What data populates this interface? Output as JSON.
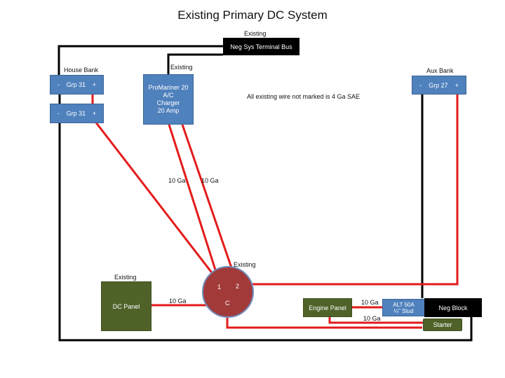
{
  "title": "Existing Primary DC System",
  "note": "All existing wire not marked is 4 Ga SAE",
  "labels": {
    "existing_bus": "Existing",
    "house_bank": "House Bank",
    "existing_charger": "Existing",
    "aux_bank": "Aux Bank",
    "existing_dc_panel": "Existing",
    "existing_switch": "Existing"
  },
  "components": {
    "neg_bus": "Neg Sys Terminal Bus",
    "house_batt_1": {
      "neg": "-",
      "name": "Grp 31",
      "pos": "+"
    },
    "house_batt_2": {
      "neg": "-",
      "name": "Grp 31",
      "pos": "+"
    },
    "charger": [
      "ProMariner 20",
      "A/C",
      "Charger",
      "20 Amp"
    ],
    "aux_batt": {
      "neg": "-",
      "name": "Grp 27",
      "pos": "+"
    },
    "dc_panel": "DC Panel",
    "switch": {
      "t1": "1",
      "t2": "2",
      "common": "C"
    },
    "engine_panel": "Engine Panel",
    "alt": [
      "ALT 50A",
      "¼\" Stud"
    ],
    "neg_block": "Neg Block",
    "starter": "Starter"
  },
  "wire_labels": {
    "charger_left": "10 Ga",
    "charger_right": "10 Ga",
    "dc_panel": "10 Ga",
    "engine_alt": "10 Ga",
    "engine_starter": "10 Ga"
  },
  "colors": {
    "positive_wire": "#e31b1b",
    "negative_wire": "#000000",
    "battery_box": "#4f81bd",
    "panel_box": "#4f6228",
    "switch_fill": "#a33a3a"
  }
}
